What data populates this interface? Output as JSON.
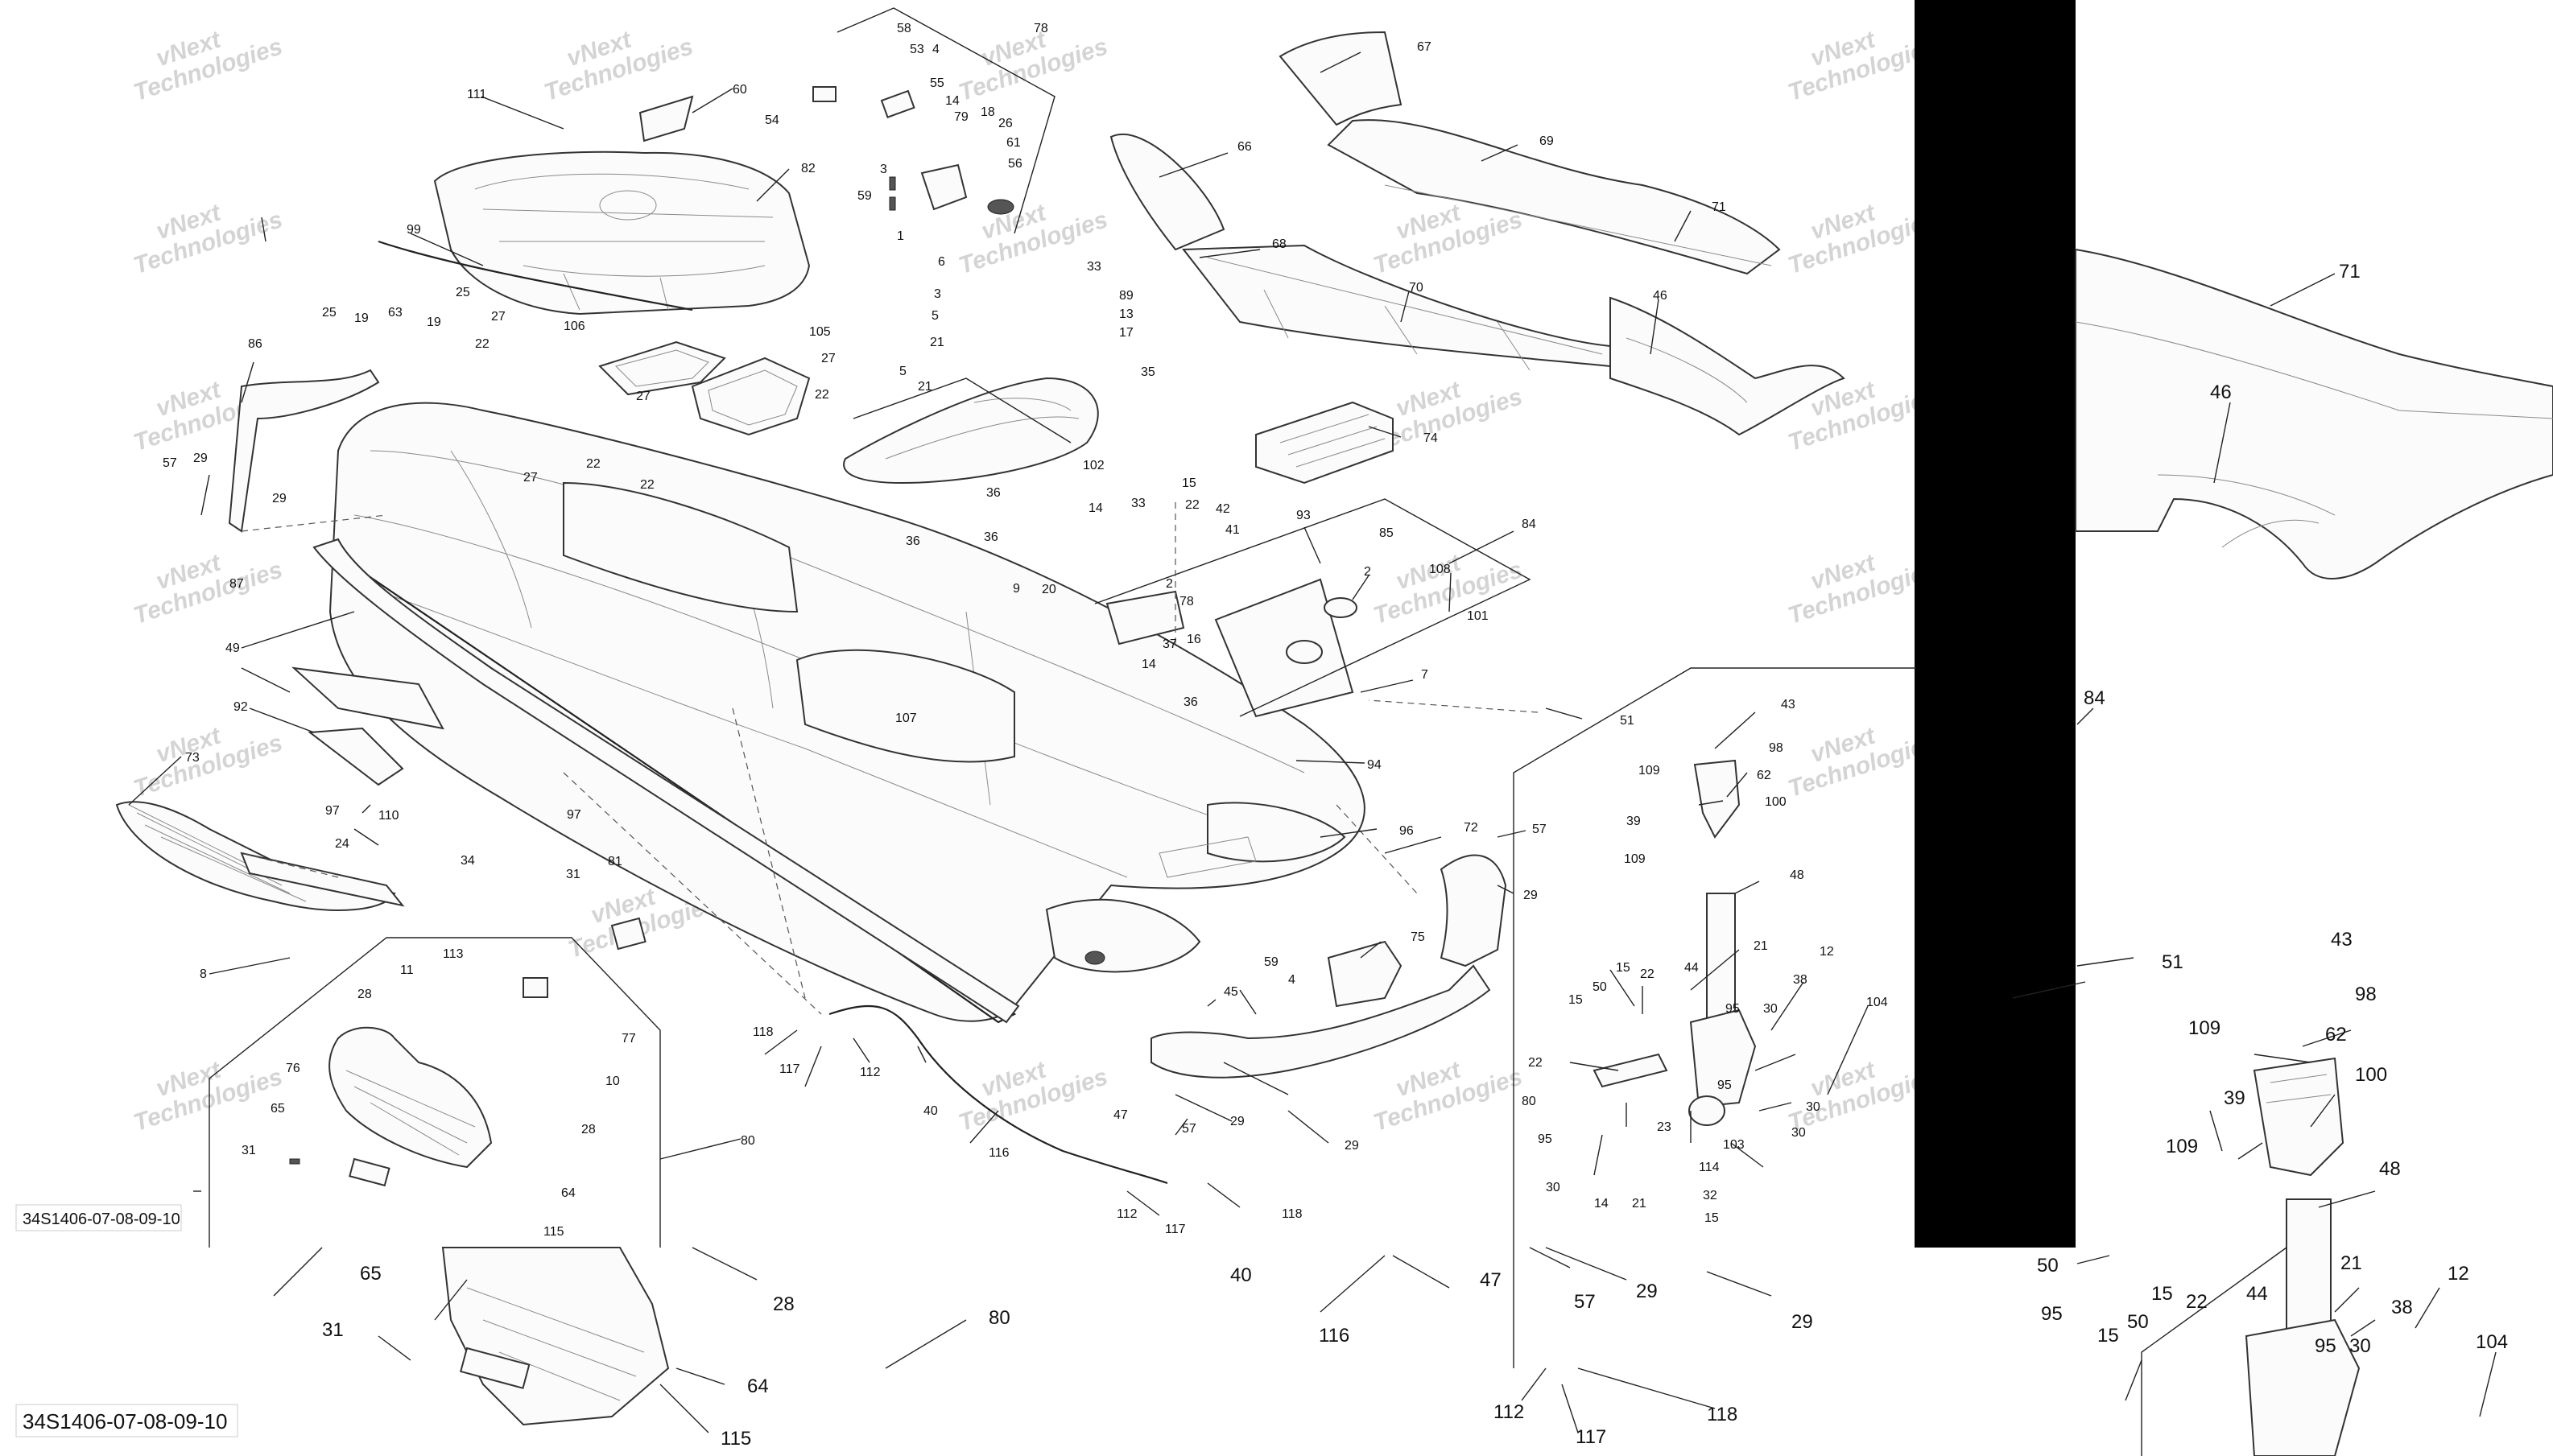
{
  "watermark": {
    "line1": "vNext",
    "line2": "Technologies"
  },
  "diagram_codes": {
    "small": "34S1406-07-08-09-10",
    "large": "34S1406-07-08-09-10"
  },
  "callouts": {
    "n1": "1",
    "n2": "2",
    "n3": "3",
    "n4": "4",
    "n5": "5",
    "n6": "6",
    "n7": "7",
    "n8": "8",
    "n9": "9",
    "n10": "10",
    "n11": "11",
    "n12": "12",
    "n13": "13",
    "n14": "14",
    "n15": "15",
    "n16": "16",
    "n17": "17",
    "n18": "18",
    "n19": "19",
    "n20": "20",
    "n21": "21",
    "n22": "22",
    "n23": "23",
    "n24": "24",
    "n25": "25",
    "n26": "26",
    "n27": "27",
    "n28": "28",
    "n29": "29",
    "n30": "30",
    "n31": "31",
    "n32": "32",
    "n33": "33",
    "n34": "34",
    "n35": "35",
    "n36": "36",
    "n37": "37",
    "n38": "38",
    "n39": "39",
    "n40": "40",
    "n41": "41",
    "n42": "42",
    "n43": "43",
    "n44": "44",
    "n45": "45",
    "n46": "46",
    "n47": "47",
    "n48": "48",
    "n49": "49",
    "n50": "50",
    "n51": "51",
    "n53": "53",
    "n54": "54",
    "n55": "55",
    "n56": "56",
    "n57": "57",
    "n58": "58",
    "n59": "59",
    "n60": "60",
    "n61": "61",
    "n62": "62",
    "n63": "63",
    "n64": "64",
    "n65": "65",
    "n66": "66",
    "n67": "67",
    "n68": "68",
    "n69": "69",
    "n70": "70",
    "n71": "71",
    "n72": "72",
    "n73": "73",
    "n74": "74",
    "n75": "75",
    "n76": "76",
    "n77": "77",
    "n78": "78",
    "n79": "79",
    "n80": "80",
    "n81": "81",
    "n82": "82",
    "n84": "84",
    "n85": "85",
    "n86": "86",
    "n87": "87",
    "n89": "89",
    "n92": "92",
    "n93": "93",
    "n94": "94",
    "n95": "95",
    "n96": "96",
    "n97": "97",
    "n98": "98",
    "n99": "99",
    "n100": "100",
    "n101": "101",
    "n102": "102",
    "n103": "103",
    "n104": "104",
    "n105": "105",
    "n106": "106",
    "n107": "107",
    "n108": "108",
    "n109": "109",
    "n110": "110",
    "n111": "111",
    "n112": "112",
    "n113": "113",
    "n114": "114",
    "n115": "115",
    "n116": "116",
    "n117": "117",
    "n118": "118"
  },
  "colors": {
    "line": "#222222",
    "watermark": "#d4d4d4",
    "blackout": "#000000",
    "background": "#ffffff"
  }
}
